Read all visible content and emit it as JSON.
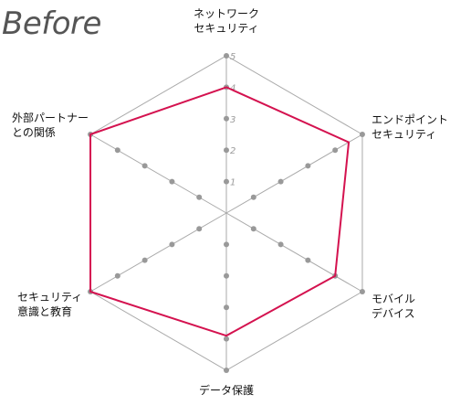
{
  "chart_data": {
    "type": "radar",
    "title": "Before",
    "axes": [
      [
        "ネットワーク",
        "セキュリティ"
      ],
      [
        "エンドポイント",
        "セキュリティ"
      ],
      [
        "モバイル",
        "デバイス"
      ],
      [
        "データ保護"
      ],
      [
        "セキュリティ",
        "意識と教育"
      ],
      [
        "外部パートナー",
        "との関係"
      ]
    ],
    "tick_labels": [
      "1",
      "2",
      "3",
      "4",
      "5"
    ],
    "range": [
      0,
      5
    ],
    "series": [
      {
        "values": [
          4.0,
          4.5,
          4.0,
          3.9,
          5.0,
          5.0
        ]
      }
    ],
    "colors": {
      "series": "#d4124f",
      "grid": "#aaaaaa",
      "markers": "#999999"
    }
  }
}
